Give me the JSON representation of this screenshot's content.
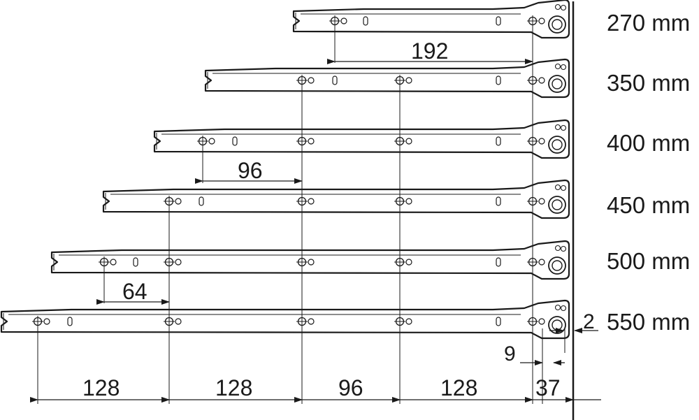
{
  "lengths": [
    "270 mm",
    "350 mm",
    "400 mm",
    "450 mm",
    "500 mm",
    "550 mm"
  ],
  "dimensions": {
    "top_span": "192",
    "mid_span": "96",
    "small_span": "64",
    "bottom": [
      "128",
      "128",
      "96",
      "128",
      "37"
    ],
    "offset_9": "9",
    "offset_2": "2"
  },
  "colors": {
    "ink": "#1a1a1a",
    "background": "#ffffff"
  }
}
